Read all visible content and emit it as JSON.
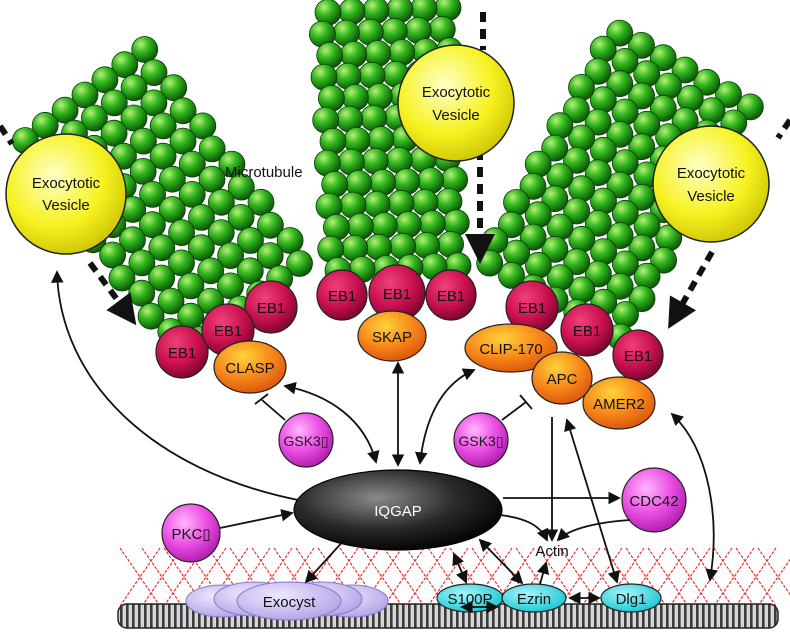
{
  "labels": {
    "microtubule": "Microtubule",
    "vesicle_line1": "Exocytotic",
    "vesicle_line2": "Vesicle",
    "eb1": "EB1",
    "clasp": "CLASP",
    "skap": "SKAP",
    "clip170": "CLIP-170",
    "apc": "APC",
    "amer2": "AMER2",
    "gsk3_left": "GSK3▯",
    "gsk3_right": "GSK3▯",
    "iqgap": "IQGAP",
    "pkc": "PKC▯",
    "cdc42": "CDC42",
    "actin": "Actin",
    "exocyst": "Exocyst",
    "s100p": "S100P",
    "ezrin": "Ezrin",
    "dlg1": "Dlg1"
  },
  "colors": {
    "microtubule_green": "#2aa51c",
    "vesicle_yellow": "#f4f01c",
    "eb1_crimson": "#c8104e",
    "plus_end_orange": "#f36f12",
    "gsk_magenta": "#e84ae0",
    "iqgap_black": "#1b1b1b",
    "exocyst_lavender": "#c4b4ee",
    "membrane_cyan": "#27d7e3",
    "actin_red": "#e8201f",
    "membrane_gray": "#9a9a9a"
  }
}
